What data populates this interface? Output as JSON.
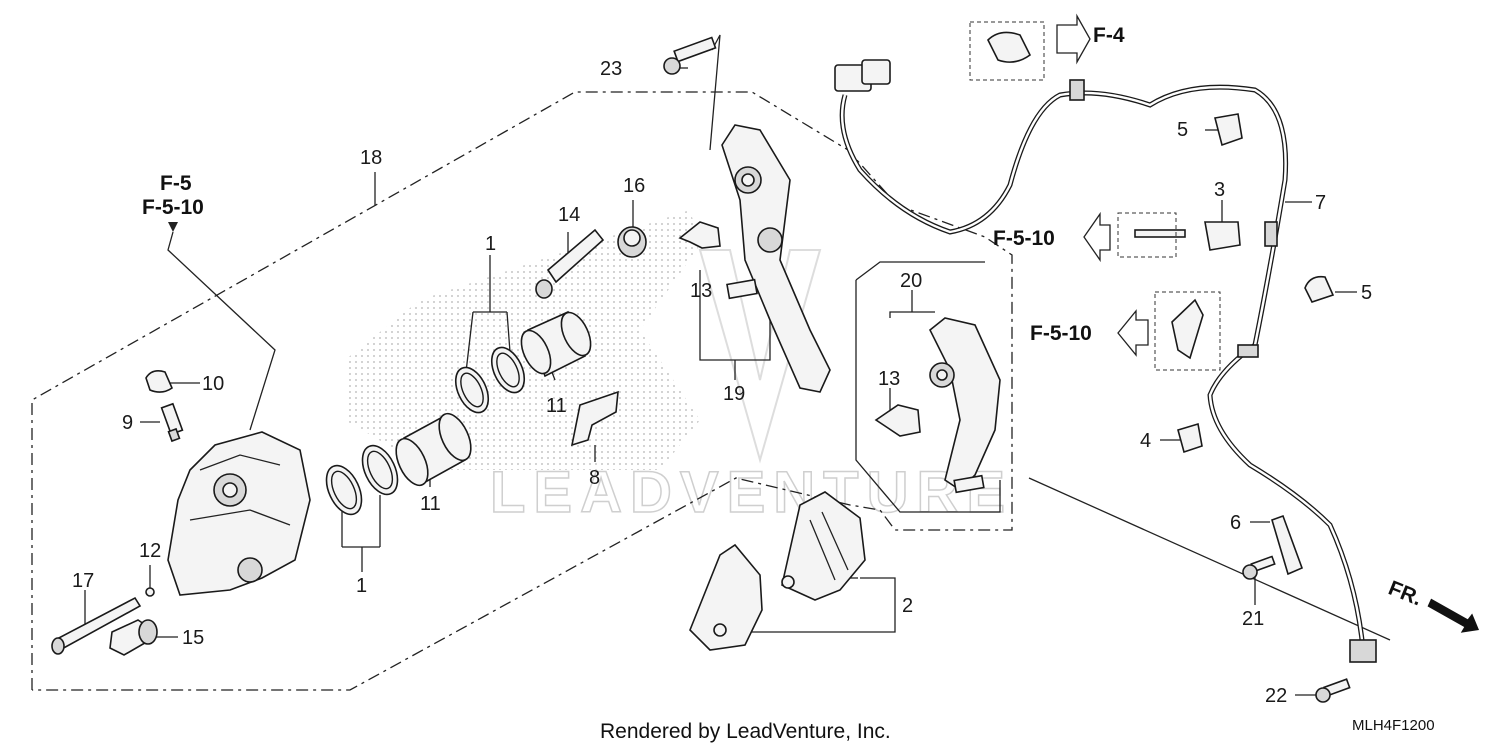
{
  "labels": {
    "p1a": "1",
    "p1b": "1",
    "p2": "2",
    "p3": "3",
    "p4": "4",
    "p5a": "5",
    "p5b": "5",
    "p6": "6",
    "p7": "7",
    "p8": "8",
    "p9": "9",
    "p10": "10",
    "p11a": "11",
    "p11b": "11",
    "p12": "12",
    "p13a": "13",
    "p13b": "13",
    "p14": "14",
    "p15": "15",
    "p16": "16",
    "p17": "17",
    "p18": "18",
    "p19": "19",
    "p20": "20",
    "p21": "21",
    "p22": "22",
    "p23": "23"
  },
  "refs": {
    "f5": "F-5",
    "f510_top": "F-5-10",
    "f4": "F-4",
    "f510_mid": "F-5-10",
    "f510_low": "F-5-10"
  },
  "direction": "FR.",
  "footer": "Rendered by LeadVenture, Inc.",
  "diagram_code": "MLH4F1200",
  "watermark": "LEADVENTURE"
}
